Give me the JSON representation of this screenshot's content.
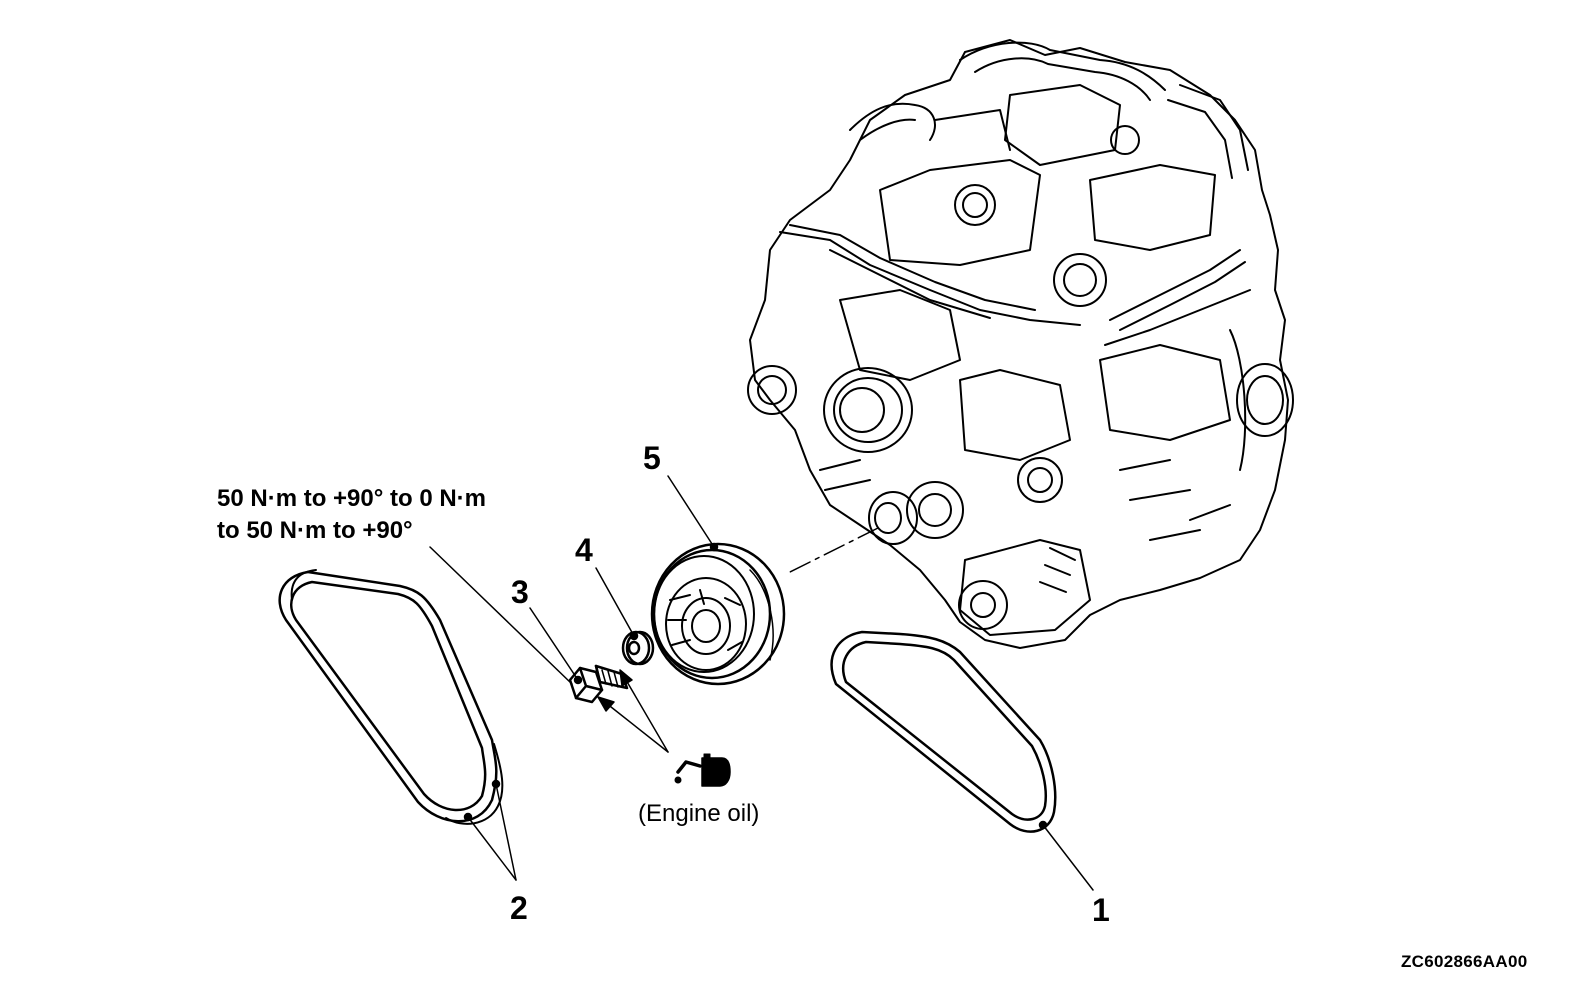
{
  "callouts": {
    "c1": "1",
    "c2": "2",
    "c3": "3",
    "c4": "4",
    "c5": "5"
  },
  "torque": {
    "line1": "50 N·m to +90° to 0 N·m",
    "line2": "to 50 N·m to +90°"
  },
  "lubricant": {
    "label": "(Engine oil)",
    "icon": "oil-can-icon"
  },
  "figure_code": "ZC602866AA00"
}
